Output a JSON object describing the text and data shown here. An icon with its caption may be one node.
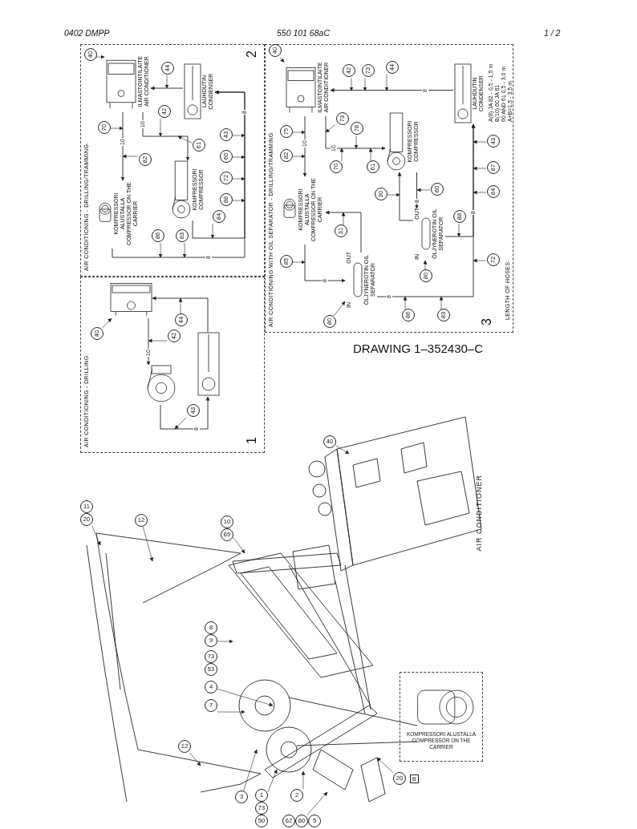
{
  "diagram": {
    "nodes": [
      {
        "text": [
          "AIR CONDITIONING - DRILLING.",
          "1"
        ]
      },
      {
        "text": [],
        "shape": "picture",
        "in": 0
      },
      {
        "text": [],
        "shape": "picture",
        "in": 0
      },
      {
        "text": [],
        "shape": "picture",
        "in": 0
      },
      {
        "text": [
          "40"
        ],
        "in": 0
      },
      {
        "text": [
          "42"
        ],
        "in": 0
      },
      {
        "text": [
          "44"
        ],
        "in": 0
      },
      {
        "text": [
          "43"
        ],
        "in": 0
      },
      {
        "text": [
          "AIR CONDITIONING - DRILLING/TRAMMING.",
          "2"
        ]
      },
      {
        "text": [
          "ILMASTOINTILAITE AIR CONDITIONER"
        ],
        "in": 8
      },
      {
        "text": [
          "KOMPRESSORI ALUSTALLA COMPRESSOR ON THE CARRIER"
        ],
        "in": 8
      },
      {
        "text": [
          "KOMPRESSORI COMPRESSOR"
        ],
        "in": 8
      },
      {
        "text": [
          "LAUHDUTIN CONDENSER"
        ],
        "in": 8
      },
      {
        "text": [
          "40"
        ],
        "in": 8
      },
      {
        "text": [
          "70"
        ],
        "in": 8
      },
      {
        "text": [
          "42"
        ],
        "in": 8
      },
      {
        "text": [
          "82"
        ],
        "in": 8
      },
      {
        "text": [
          "61"
        ],
        "in": 8
      },
      {
        "text": [
          "44"
        ],
        "in": 8
      },
      {
        "text": [
          "86"
        ],
        "in": 8
      },
      {
        "text": [
          "72"
        ],
        "in": 8
      },
      {
        "text": [
          "88"
        ],
        "in": 8
      },
      {
        "text": [
          "83"
        ],
        "in": 8
      },
      {
        "text": [
          "84"
        ],
        "in": 8
      },
      {
        "text": [
          "60"
        ],
        "in": 8
      },
      {
        "text": [
          "43"
        ],
        "in": 8
      },
      {
        "text": [
          "AIR CONDITIONING WITH OIL SEPARATOR - DRILLING/TRAMMING",
          "3"
        ]
      },
      {
        "text": [
          "ILMASTOINTILAITE AIR CONDITIONER"
        ],
        "in": 26
      },
      {
        "text": [
          "KOMPRESSORI ALUSTALLA COMPRESSOR ON THE CARRIER"
        ],
        "in": 26
      },
      {
        "text": [
          "KOMPRESSORI COMPRESSOR"
        ],
        "in": 26
      },
      {
        "text": [
          "LAUHDUTIN CONDENSER"
        ],
        "in": 26
      },
      {
        "text": [
          "ÖLJYNEROTIN OIL SEPARATOR"
        ],
        "beside": [
          "IN",
          "OUT"
        ],
        "in": 26
      },
      {
        "text": [
          "ÖLJYNEROTIN OIL SEPARATOR"
        ],
        "beside": [
          "IN",
          "OUT"
        ],
        "in": 26
      },
      {
        "text": [
          "40"
        ],
        "in": 26
      },
      {
        "text": [
          "82"
        ],
        "in": 26
      },
      {
        "text": [
          "75"
        ],
        "in": 26
      },
      {
        "text": [
          "73"
        ],
        "in": 26
      },
      {
        "text": [
          "70"
        ],
        "in": 26
      },
      {
        "text": [
          "42"
        ],
        "in": 26
      },
      {
        "text": [
          "78"
        ],
        "in": 26
      },
      {
        "text": [
          "73"
        ],
        "in": 26
      },
      {
        "text": [
          "61"
        ],
        "in": 26
      },
      {
        "text": [
          "44"
        ],
        "in": 26
      },
      {
        "text": [
          "31"
        ],
        "in": 26
      },
      {
        "text": [
          "30"
        ],
        "in": 26
      },
      {
        "text": [
          "85"
        ],
        "in": 26
      },
      {
        "text": [
          "80"
        ],
        "in": 26
      },
      {
        "text": [
          "60"
        ],
        "in": 26
      },
      {
        "text": [
          "86"
        ],
        "in": 26
      },
      {
        "text": [
          "80"
        ],
        "in": 26
      },
      {
        "text": [
          "72"
        ],
        "in": 26
      },
      {
        "text": [
          "88"
        ],
        "in": 26
      },
      {
        "text": [
          "83"
        ],
        "in": 26
      },
      {
        "text": [
          "84"
        ],
        "in": 26
      },
      {
        "text": [
          "87"
        ],
        "in": 26
      },
      {
        "text": [
          "43"
        ],
        "in": 26
      },
      {
        "text": [
          "KOMPRESSORI ALUSTALLA COMPRESSOR ON THE CARRIER"
        ]
      },
      {
        "text": [
          "11",
          "20"
        ]
      },
      {
        "text": [
          "12"
        ]
      },
      {
        "text": [
          "10",
          "65"
        ]
      },
      {
        "text": [
          "8",
          "9"
        ]
      },
      {
        "text": [
          "4"
        ]
      },
      {
        "text": [
          "7"
        ]
      },
      {
        "text": [
          "12"
        ]
      },
      {
        "text": [
          "3"
        ]
      },
      {
        "text": [
          "1",
          "73",
          "50"
        ]
      },
      {
        "text": [
          "2"
        ]
      },
      {
        "text": [
          "62",
          "60",
          "5"
        ]
      },
      {
        "text": [
          "20"
        ]
      },
      {
        "text": [
          "40"
        ]
      },
      {
        "text": [
          "73",
          "53"
        ]
      }
    ],
    "edges": [
      {
        "from": 4,
        "to": 1,
        "arrow": "to"
      },
      {
        "from": 5,
        "to": null,
        "arrow": "to"
      },
      {
        "from": 6,
        "to": null,
        "arrow": "to"
      },
      {
        "from": 7,
        "to": null,
        "arrow": "to"
      },
      {
        "from": 1,
        "to": 2,
        "arrow": "to",
        "label": "10"
      },
      {
        "from": 2,
        "to": 3,
        "arrow": "to",
        "label": "8"
      },
      {
        "from": 3,
        "to": 1,
        "arrow": "to"
      },
      {
        "from": 13,
        "to": 9,
        "arrow": "to"
      },
      {
        "from": 14,
        "to": null,
        "arrow": "to"
      },
      {
        "from": 15,
        "to": null,
        "arrow": "to"
      },
      {
        "from": 16,
        "to": null,
        "arrow": "to"
      },
      {
        "from": 17,
        "to": null,
        "arrow": "to"
      },
      {
        "from": 18,
        "to": null,
        "arrow": "to"
      },
      {
        "from": 19,
        "to": null,
        "arrow": "to"
      },
      {
        "from": 20,
        "to": null,
        "arrow": "to"
      },
      {
        "from": 21,
        "to": null,
        "arrow": "to"
      },
      {
        "from": 22,
        "to": null,
        "arrow": "to"
      },
      {
        "from": 23,
        "to": null,
        "arrow": "to"
      },
      {
        "from": 24,
        "to": null,
        "arrow": "to"
      },
      {
        "from": 25,
        "to": null,
        "arrow": "to"
      },
      {
        "from": 9,
        "to": 10,
        "arrow": "to",
        "label": "10"
      },
      {
        "from": 9,
        "to": 11,
        "arrow": "to",
        "label": "10"
      },
      {
        "from": 11,
        "to": 12,
        "arrow": "to",
        "label": "8"
      },
      {
        "from": 10,
        "to": 12,
        "arrow": "to",
        "label": "8"
      },
      {
        "from": 12,
        "to": 9,
        "arrow": "to"
      },
      {
        "from": 33,
        "to": 27,
        "arrow": "to"
      },
      {
        "from": 34,
        "to": null,
        "arrow": "to"
      },
      {
        "from": 35,
        "to": null,
        "arrow": "to"
      },
      {
        "from": 36,
        "to": null,
        "arrow": "to"
      },
      {
        "from": 37,
        "to": null,
        "arrow": "to"
      },
      {
        "from": 38,
        "to": null,
        "arrow": "to"
      },
      {
        "from": 39,
        "to": null,
        "arrow": "to"
      },
      {
        "from": 40,
        "to": null,
        "arrow": "to"
      },
      {
        "from": 41,
        "to": null,
        "arrow": "to"
      },
      {
        "from": 42,
        "to": null,
        "arrow": "to"
      },
      {
        "from": 43,
        "to": null,
        "arrow": "to"
      },
      {
        "from": 44,
        "to": null,
        "arrow": "to"
      },
      {
        "from": 45,
        "to": null,
        "arrow": "to"
      },
      {
        "from": 46,
        "to": 31,
        "arrow": "to"
      },
      {
        "from": 47,
        "to": null,
        "arrow": "to"
      },
      {
        "from": 48,
        "to": null,
        "arrow": "to"
      },
      {
        "from": 49,
        "to": 32,
        "arrow": "to"
      },
      {
        "from": 50,
        "to": null,
        "arrow": "to"
      },
      {
        "from": 51,
        "to": null,
        "arrow": "to"
      },
      {
        "from": 52,
        "to": null,
        "arrow": "to"
      },
      {
        "from": 53,
        "to": null,
        "arrow": "to"
      },
      {
        "from": 54,
        "to": null,
        "arrow": "to"
      },
      {
        "from": 55,
        "to": null,
        "arrow": "to"
      },
      {
        "from": 27,
        "to": 28,
        "arrow": "to",
        "label": "10"
      },
      {
        "from": 27,
        "to": 29,
        "arrow": "to",
        "label": "10"
      },
      {
        "from": 29,
        "to": 32,
        "arrow": "to",
        "label": "8"
      },
      {
        "from": 28,
        "to": 31,
        "arrow": "to",
        "label": "8"
      },
      {
        "from": 31,
        "to": 30,
        "arrow": "to",
        "label": "8"
      },
      {
        "from": 32,
        "to": 30,
        "arrow": "to",
        "label": "8"
      },
      {
        "from": 30,
        "to": 27,
        "arrow": "to",
        "label": "8"
      },
      {
        "from": 31,
        "to": 28,
        "arrow": "to"
      },
      {
        "from": 32,
        "to": 29,
        "arrow": "to"
      },
      {
        "from": 57,
        "to": null,
        "arrow": "to"
      },
      {
        "from": 58,
        "to": null,
        "arrow": "to"
      },
      {
        "from": 59,
        "to": null,
        "arrow": "to"
      },
      {
        "from": 60,
        "to": null,
        "arrow": "to"
      },
      {
        "from": 61,
        "to": null,
        "arrow": "to"
      },
      {
        "from": 62,
        "to": null,
        "arrow": "to"
      },
      {
        "from": 63,
        "to": null,
        "arrow": "to"
      },
      {
        "from": 64,
        "to": null,
        "arrow": "to"
      },
      {
        "from": 65,
        "to": null,
        "arrow": "to"
      },
      {
        "from": 66,
        "to": null,
        "arrow": "to"
      },
      {
        "from": 67,
        "to": null,
        "arrow": "to"
      },
      {
        "from": 68,
        "to": null,
        "arrow": "to"
      },
      {
        "from": 69,
        "to": null,
        "arrow": "to"
      }
    ],
    "labels": [
      "0402 DMPP",
      "550 101 68aC",
      "1 / 2",
      "LENGTH OF HOSES:",
      "A(8) JA 82 - 0,5 - 1,5 m",
      "B(10) 60 JA 61",
      "60 AND 61 0,5 - 3,0 m",
      "A+B=1,5 - 3,5 m",
      "DRAWING 1–352430–C",
      "AIR CONDITIONER",
      "B"
    ]
  }
}
